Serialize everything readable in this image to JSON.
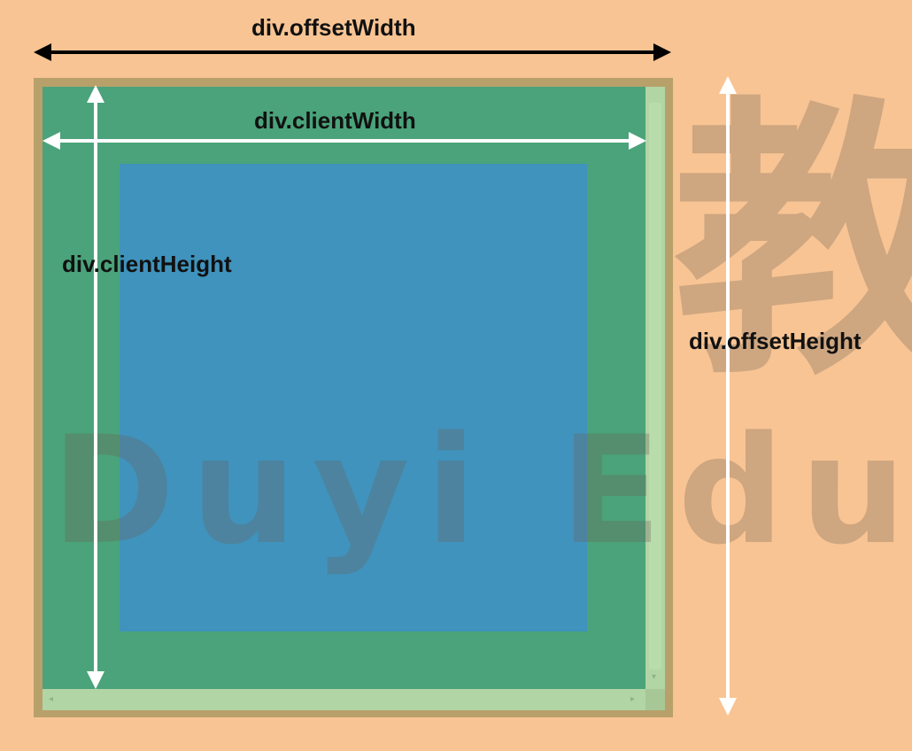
{
  "labels": {
    "offset_width": "div.offsetWidth",
    "client_width": "div.clientWidth",
    "client_height": "div.clientHeight",
    "offset_height": "div.offsetHeight"
  },
  "watermark": {
    "line1": "渡一教",
    "line2": "Duyi Educat"
  },
  "colors": {
    "background": "#f8c493",
    "border": "#b7a06a",
    "padding": "#4aa37a",
    "content": "#3f93bd",
    "scrollbar": "#b2d5a6",
    "arrow_dark": "#000000",
    "arrow_light": "#ffffff"
  },
  "icons": {
    "scroll_left": "triangle-left-icon",
    "scroll_right": "triangle-right-icon",
    "scroll_down": "triangle-down-icon"
  }
}
